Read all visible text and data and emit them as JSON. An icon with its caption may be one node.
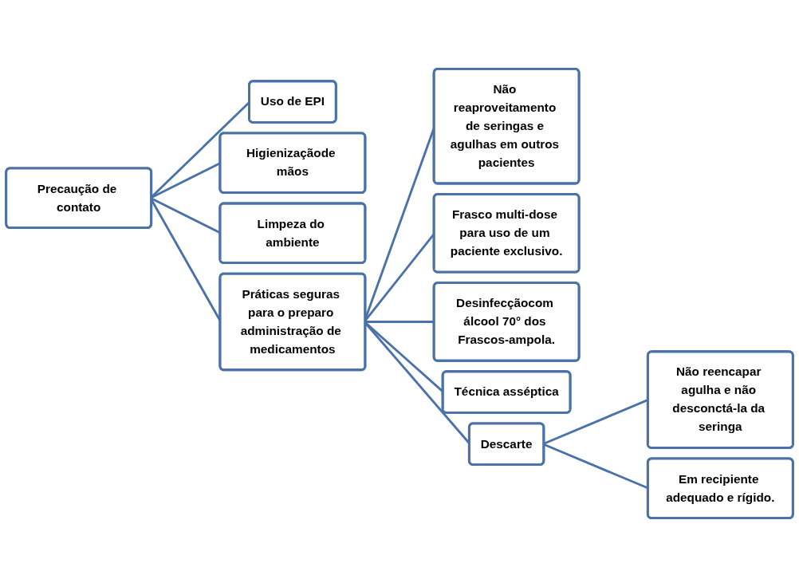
{
  "diagram": {
    "nodes": [
      {
        "text": [
          "Precaução de contato"
        ]
      },
      {
        "text": [
          "Uso de EPI"
        ]
      },
      {
        "text": [
          "Higienizaçãode mãos"
        ]
      },
      {
        "text": [
          "Limpeza do ambiente"
        ]
      },
      {
        "text": [
          "Práticas seguras para o preparo administração de medicamentos"
        ]
      },
      {
        "text": [
          "Não reaproveitamento de seringas e agulhas em outros pacientes"
        ]
      },
      {
        "text": [
          "Frasco multi-dose para uso de um paciente exclusivo."
        ]
      },
      {
        "text": [
          "Desinfecçãocom álcool 70° dos Frascos-ampola."
        ]
      },
      {
        "text": [
          "Técnica asséptica"
        ]
      },
      {
        "text": [
          "Descarte"
        ]
      },
      {
        "text": [
          "Não reencapar agulha e não desconctá-la da seringa"
        ]
      },
      {
        "text": [
          "Em recipiente adequado e rígido."
        ]
      }
    ],
    "edges": [
      {
        "from": 0,
        "to": 1,
        "arrow": "none"
      },
      {
        "from": 0,
        "to": 2,
        "arrow": "none"
      },
      {
        "from": 0,
        "to": 3,
        "arrow": "none"
      },
      {
        "from": 0,
        "to": 4,
        "arrow": "none"
      },
      {
        "from": 4,
        "to": 5,
        "arrow": "none"
      },
      {
        "from": 4,
        "to": 6,
        "arrow": "none"
      },
      {
        "from": 4,
        "to": 7,
        "arrow": "none"
      },
      {
        "from": 4,
        "to": 8,
        "arrow": "none"
      },
      {
        "from": 4,
        "to": 9,
        "arrow": "none"
      },
      {
        "from": 9,
        "to": 10,
        "arrow": "none"
      },
      {
        "from": 9,
        "to": 11,
        "arrow": "none"
      }
    ]
  }
}
